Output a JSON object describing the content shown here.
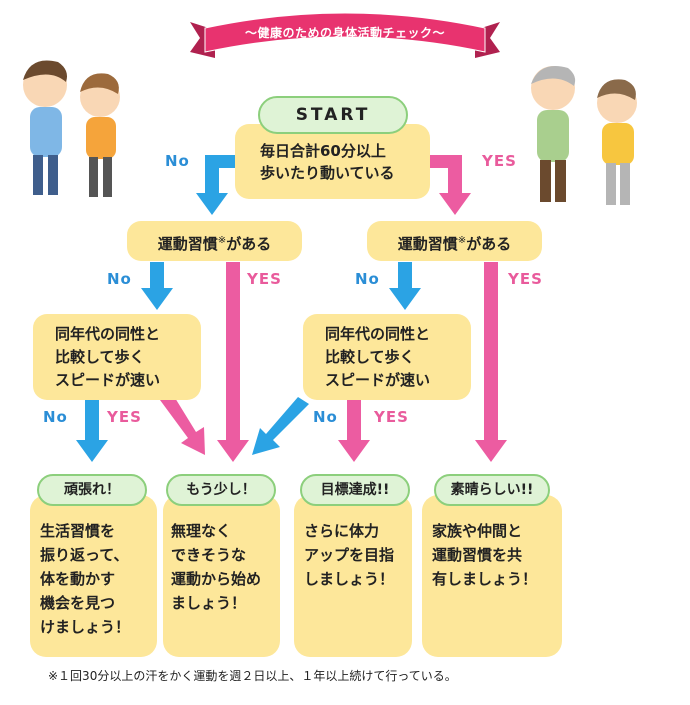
{
  "ribbon": {
    "title": "〜健康のための身体活動チェック〜"
  },
  "start": {
    "label": "START"
  },
  "questions": {
    "q1": {
      "line1": "毎日合計60分以上",
      "line2": "歩いたり動いている"
    },
    "habit": {
      "text": "運動習慣",
      "asterisk": "※",
      "suffix": "がある"
    },
    "speed": {
      "line1": "同年代の同性と",
      "line2": "比較して歩く",
      "line3": "スピードが速い"
    }
  },
  "labels": {
    "no": "No",
    "yes": "YES"
  },
  "results": [
    {
      "title": "頑張れ！",
      "lines": [
        "生活習慣を",
        "振り返って、",
        "体を動かす",
        "機会を見つ",
        "けましょう！"
      ]
    },
    {
      "title": "もう少し！",
      "lines": [
        "無理なく",
        "できそうな",
        "運動から始め",
        "ましょう！"
      ]
    },
    {
      "title": "目標達成!!",
      "lines": [
        "さらに体力",
        "アップを目指",
        "しましょう！"
      ]
    },
    {
      "title": "素晴らしい!!",
      "lines": [
        "家族や仲間と",
        "運動習慣を共",
        "有しましょう！"
      ]
    }
  ],
  "footnote": "※１回30分以上の汗をかく運動を週２日以上、１年以上続けて行っている。",
  "colors": {
    "ribbon": "#e8336f",
    "ribbon_dark": "#b0214f",
    "no_arrow": "#2ba3e4",
    "yes_arrow": "#ec5ca1",
    "box": "#fde79a",
    "pill": "#dff3d6",
    "pill_border": "#8ccf7c"
  }
}
